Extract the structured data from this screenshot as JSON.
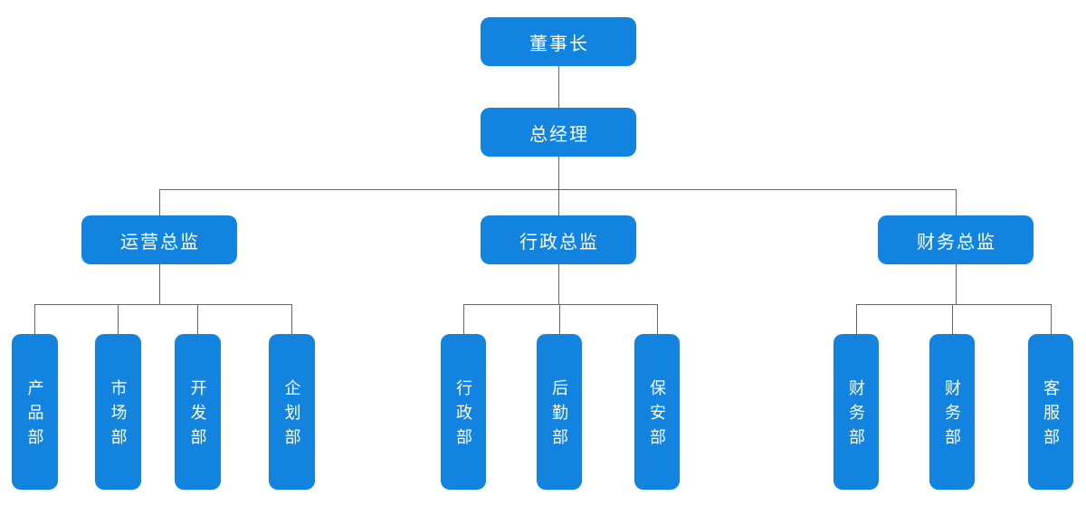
{
  "org": {
    "chairman": "董事长",
    "general_manager": "总经理",
    "branches": [
      {
        "director": "运营总监",
        "departments": [
          "产品部",
          "市场部",
          "开发部",
          "企划部"
        ]
      },
      {
        "director": "行政总监",
        "departments": [
          "行政部",
          "后勤部",
          "保安部"
        ]
      },
      {
        "director": "财务总监",
        "departments": [
          "财务部",
          "财务部",
          "客服部"
        ]
      }
    ]
  },
  "colors": {
    "node_fill": "#1284df",
    "node_text": "#ffffff",
    "connector": "#666666",
    "background": "#ffffff"
  }
}
